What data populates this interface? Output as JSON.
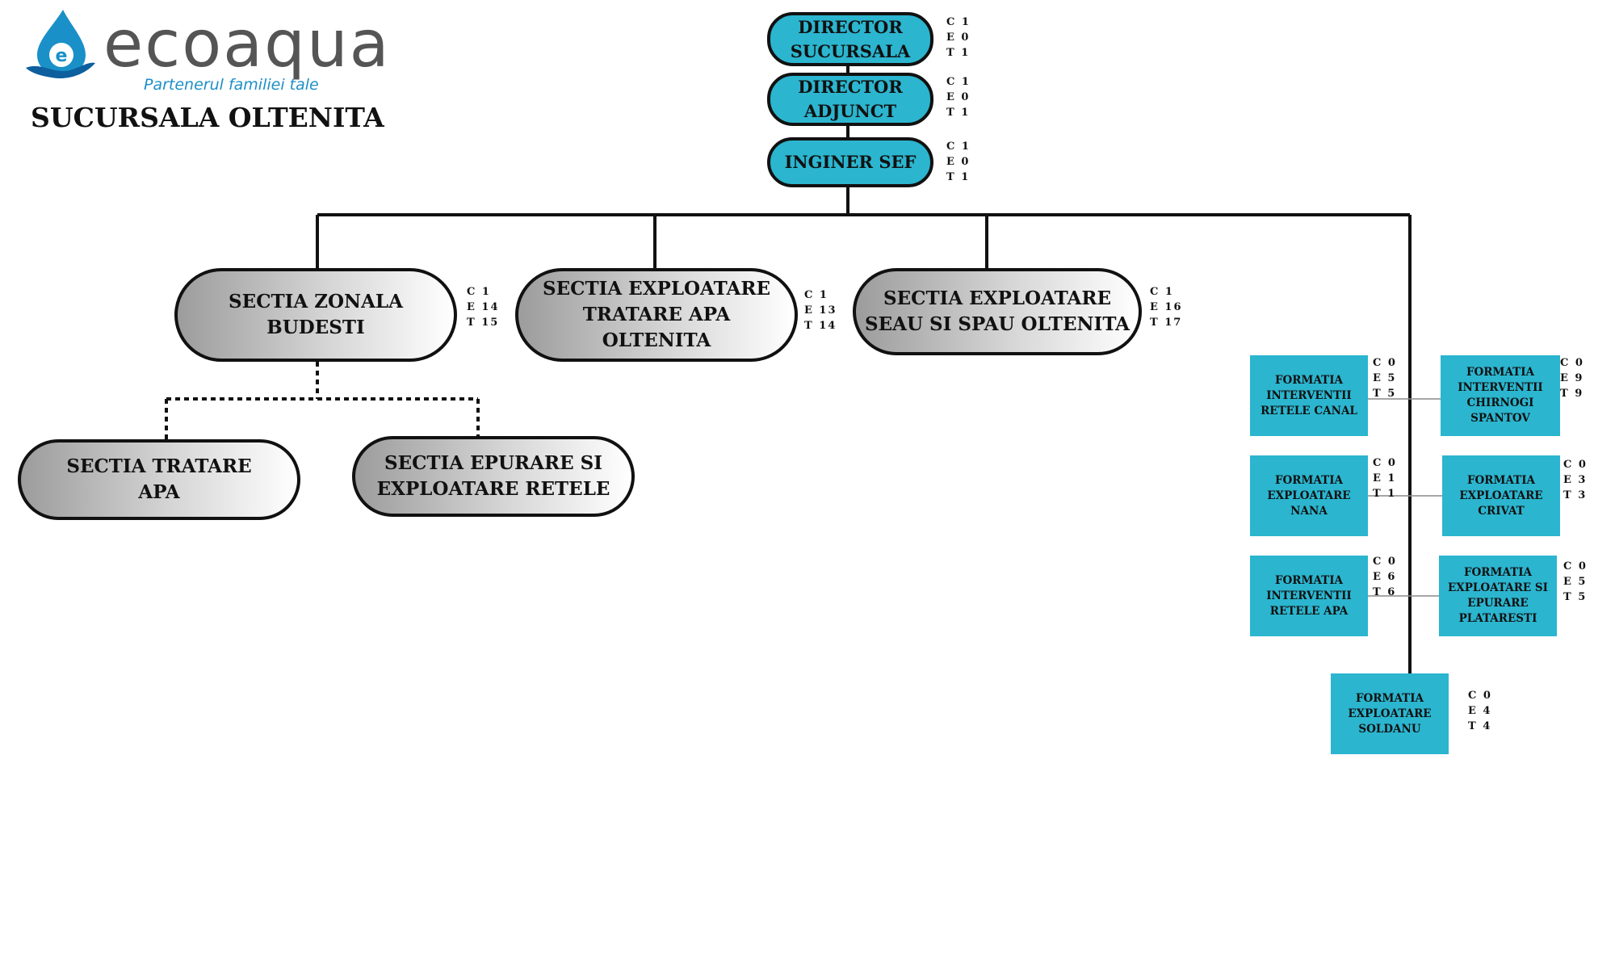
{
  "header": {
    "logo_text": "ecoaqua",
    "logo_tagline": "Partenerul familiei tale",
    "branch_title": "SUCURSALA OLTENITA"
  },
  "colors": {
    "accent": "#2bb5cf",
    "line": "#111111"
  },
  "leadership": [
    {
      "label": "DIRECTOR\nSUCURSALA",
      "counts": "C 1\nE 0\nT 1"
    },
    {
      "label": "DIRECTOR\nADJUNCT",
      "counts": "C 1\nE 0\nT 1"
    },
    {
      "label": "INGINER SEF",
      "counts": "C 1\nE 0\nT 1"
    }
  ],
  "sections": [
    {
      "label": "SECTIA ZONALA\nBUDESTI",
      "counts": "C 1\nE 14\nT 15"
    },
    {
      "label": "SECTIA EXPLOATARE\nTRATARE APA\nOLTENITA",
      "counts": "C 1\nE 13\nT 14"
    },
    {
      "label": "SECTIA EXPLOATARE\nSEAU SI SPAU OLTENITA",
      "counts": "C 1\nE 16\nT 17"
    }
  ],
  "subsections": [
    {
      "label": "SECTIA TRATARE\nAPA"
    },
    {
      "label": "SECTIA EPURARE SI\nEXPLOATARE RETELE"
    }
  ],
  "formations": [
    {
      "label": "FORMATIA\nINTERVENTII\nRETELE CANAL",
      "counts": "C 0\nE 5\nT 5"
    },
    {
      "label": "FORMATIA\nINTERVENTII\nCHIRNOGI\nSPANTOV",
      "counts": "C 0\nE 9\nT 9"
    },
    {
      "label": "FORMATIA\nEXPLOATARE\nNANA",
      "counts": "C 0\nE 1\nT 1"
    },
    {
      "label": "FORMATIA\nEXPLOATARE\nCRIVAT",
      "counts": "C 0\nE 3\nT 3"
    },
    {
      "label": "FORMATIA\nINTERVENTII\nRETELE APA",
      "counts": "C 0\nE 6\nT 6"
    },
    {
      "label": "FORMATIA\nEXPLOATARE SI\nEPURARE\nPLATARESTI",
      "counts": "C 0\nE 5\nT 5"
    },
    {
      "label": "FORMATIA\nEXPLOATARE\nSOLDANU",
      "counts": "C 0\nE 4\nT 4"
    }
  ]
}
